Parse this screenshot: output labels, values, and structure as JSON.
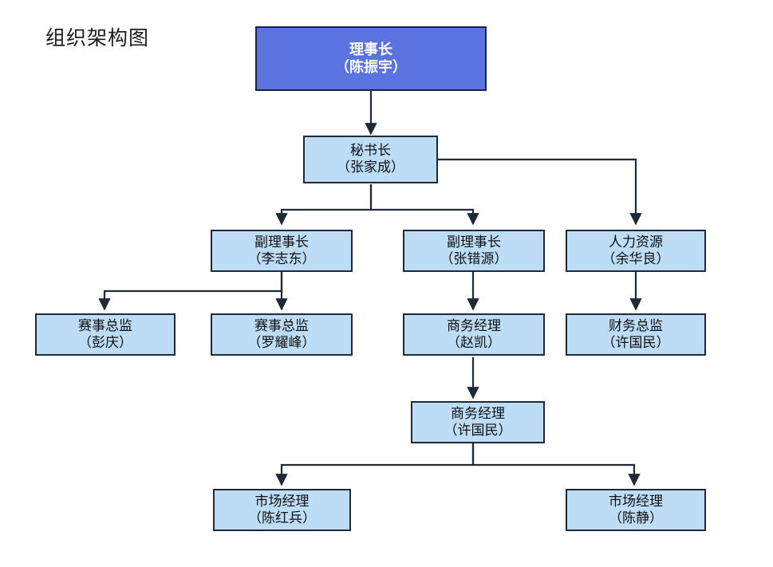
{
  "title": "组织架构图",
  "colors": {
    "root_fill": "#5b73de",
    "root_text": "#ffffff",
    "node_fill": "#bddcf5",
    "node_border": "#1f2937",
    "node_text": "#111111",
    "edge": "#1f2937",
    "background": "#ffffff"
  },
  "chart_data": {
    "type": "diagram",
    "title": "组织架构图",
    "nodes": [
      {
        "id": "n1",
        "role": "理事长",
        "person": "（陈振宇）",
        "level": 0
      },
      {
        "id": "n2",
        "role": "秘书长",
        "person": "（张家成）",
        "level": 1
      },
      {
        "id": "n3",
        "role": "副理事长",
        "person": "（李志东）",
        "level": 2
      },
      {
        "id": "n4",
        "role": "副理事长",
        "person": "（张错源）",
        "level": 2
      },
      {
        "id": "n5",
        "role": "人力资源",
        "person": "（余华良）",
        "level": 2
      },
      {
        "id": "n6",
        "role": "赛事总监",
        "person": "（彭庆）",
        "level": 3
      },
      {
        "id": "n7",
        "role": "赛事总监",
        "person": "（罗耀峰）",
        "level": 3
      },
      {
        "id": "n8",
        "role": "商务经理",
        "person": "（赵凯）",
        "level": 3
      },
      {
        "id": "n9",
        "role": "财务总监",
        "person": "（许国民）",
        "level": 3
      },
      {
        "id": "n10",
        "role": "商务经理",
        "person": "（许国民）",
        "level": 4
      },
      {
        "id": "n11",
        "role": "市场经理",
        "person": "（陈红兵）",
        "level": 5
      },
      {
        "id": "n12",
        "role": "市场经理",
        "person": "（陈静）",
        "level": 5
      }
    ],
    "edges": [
      {
        "from": "n1",
        "to": "n2"
      },
      {
        "from": "n2",
        "to": "n3"
      },
      {
        "from": "n2",
        "to": "n4"
      },
      {
        "from": "n2",
        "to": "n5"
      },
      {
        "from": "n3",
        "to": "n6"
      },
      {
        "from": "n3",
        "to": "n7"
      },
      {
        "from": "n4",
        "to": "n8"
      },
      {
        "from": "n5",
        "to": "n9"
      },
      {
        "from": "n8",
        "to": "n10"
      },
      {
        "from": "n10",
        "to": "n11"
      },
      {
        "from": "n10",
        "to": "n12"
      }
    ]
  }
}
